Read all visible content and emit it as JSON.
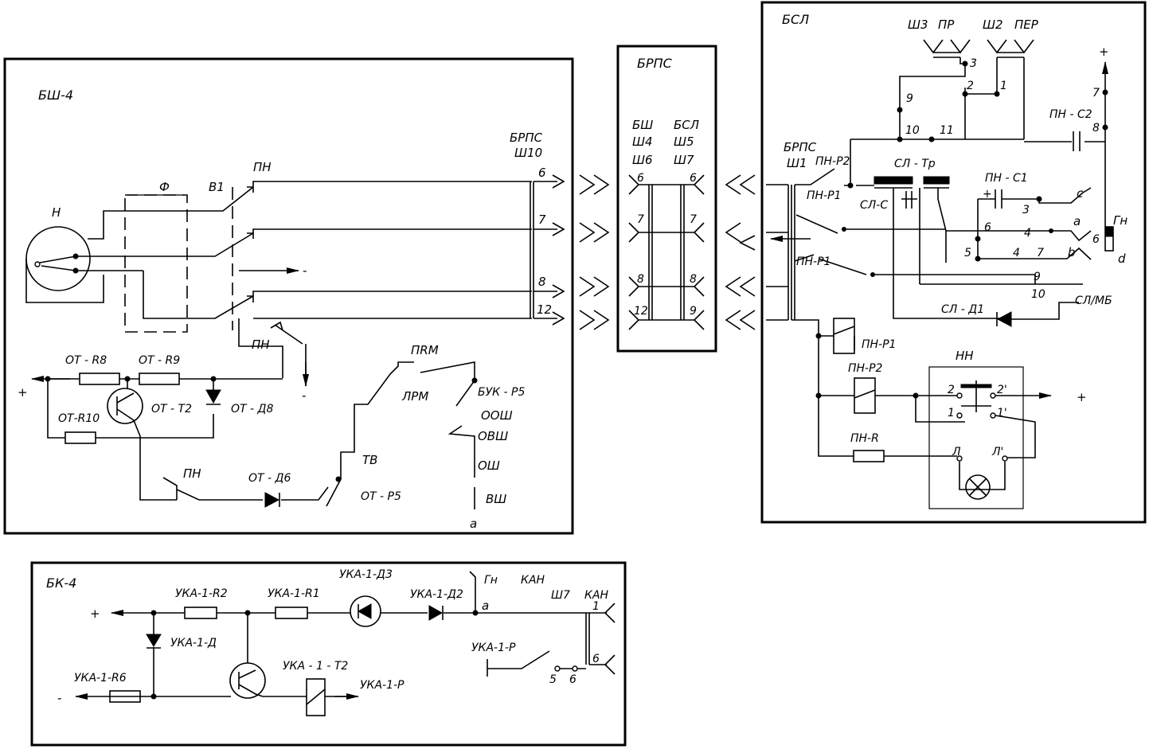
{
  "blocks": {
    "bsh4": "БШ-4",
    "brps": "БРПС",
    "bsl": "БСЛ",
    "bk4": "БК-4"
  },
  "bsh4": {
    "h": "Н",
    "phi": "Ф",
    "v1": "В1",
    "pn_top": "ПН",
    "brps": "БРПС",
    "sh10": "Ш10",
    "pins": [
      "6",
      "7",
      "8",
      "12"
    ],
    "minus_arrow": "-",
    "pn_mid": "ПН",
    "minus_bottom": "-",
    "plus": "+",
    "ot_r8": "ОТ - R8",
    "ot_r9": "ОТ - R9",
    "ot_t2": "ОТ - Т2",
    "ot_d8": "ОТ - Д8",
    "ot_r10": "ОТ-R10",
    "pn_low": "ПН",
    "ot_d6": "ОТ - Д6",
    "tv": "ТВ",
    "ot_r5": "ОТ - Р5",
    "prm": "ПRМ",
    "lrm": "ЛРМ",
    "buk_r5": "БУК - Р5",
    "oosh": "ООШ",
    "ovsh": "ОВШ",
    "osh": "ОШ",
    "vsh": "ВШ",
    "a": "а"
  },
  "brps": {
    "bsh": "БШ",
    "bsl": "БСЛ",
    "sh4": "Ш4",
    "sh5": "Ш5",
    "sh6": "Ш6",
    "sh7": "Ш7",
    "left_pins": [
      "6",
      "7",
      "8",
      "12"
    ],
    "right_pins": [
      "6",
      "7",
      "8",
      "9"
    ]
  },
  "bsl": {
    "sh3": "Ш3",
    "pr": "ПР",
    "sh2": "Ш2",
    "per": "ПЕР",
    "n3": "3",
    "n2": "2",
    "n1": "1",
    "n9": "9",
    "n10": "10",
    "n11": "11",
    "plus_top": "+",
    "n7": "7",
    "n8": "8",
    "pn_c2": "ПН - С2",
    "brps": "БРПС",
    "sh1": "Ш1",
    "pn_r2": "ПН-Р2",
    "sl_tr": "СЛ - Тр",
    "pn_c1": "ПН - С1",
    "pn_r1": "ПН-Р1",
    "sl_c": "СЛ-С",
    "c_plus": "+",
    "c": "с",
    "n3b": "3",
    "n6": "6",
    "gn": "Гн",
    "a": "а",
    "n4": "4",
    "n6b": "6",
    "d": "d",
    "n5": "5",
    "n4b": "4",
    "n7b": "7",
    "b": "b",
    "pn_r1b": "ПН-Р1",
    "n9b": "9",
    "n10b": "10",
    "sl_d1": "СЛ - Д1",
    "sl_mb": "СЛ/МБ",
    "pn_r1c": "ПН-Р1",
    "nn": "НН",
    "pn_r2b": "ПН-Р2",
    "k2": "2",
    "k2p": "2'",
    "k1": "1",
    "k1p": "1'",
    "plus_right": "+",
    "pn_r": "ПН-R",
    "l": "Л",
    "lp": "Л'"
  },
  "bk4": {
    "plus": "+",
    "r2": "УКА-1-R2",
    "r1": "УКА-1-R1",
    "d3": "УКА-1-Д3",
    "d2": "УКА-1-Д2",
    "gn": "Гн",
    "kan": "КАН",
    "a": "а",
    "sh7": "Ш7",
    "kan2": "КАН",
    "n1": "1",
    "d": "УКА-1-Д",
    "p": "УКА-1-Р",
    "n6": "6",
    "r6": "УКА-1-R6",
    "t2": "УКА - 1 - Т2",
    "minus": "-",
    "p2": "УКА-1-Р",
    "n5": "5",
    "n6b": "6"
  },
  "colors": {
    "ink": "#000000",
    "paper": "#ffffff"
  }
}
